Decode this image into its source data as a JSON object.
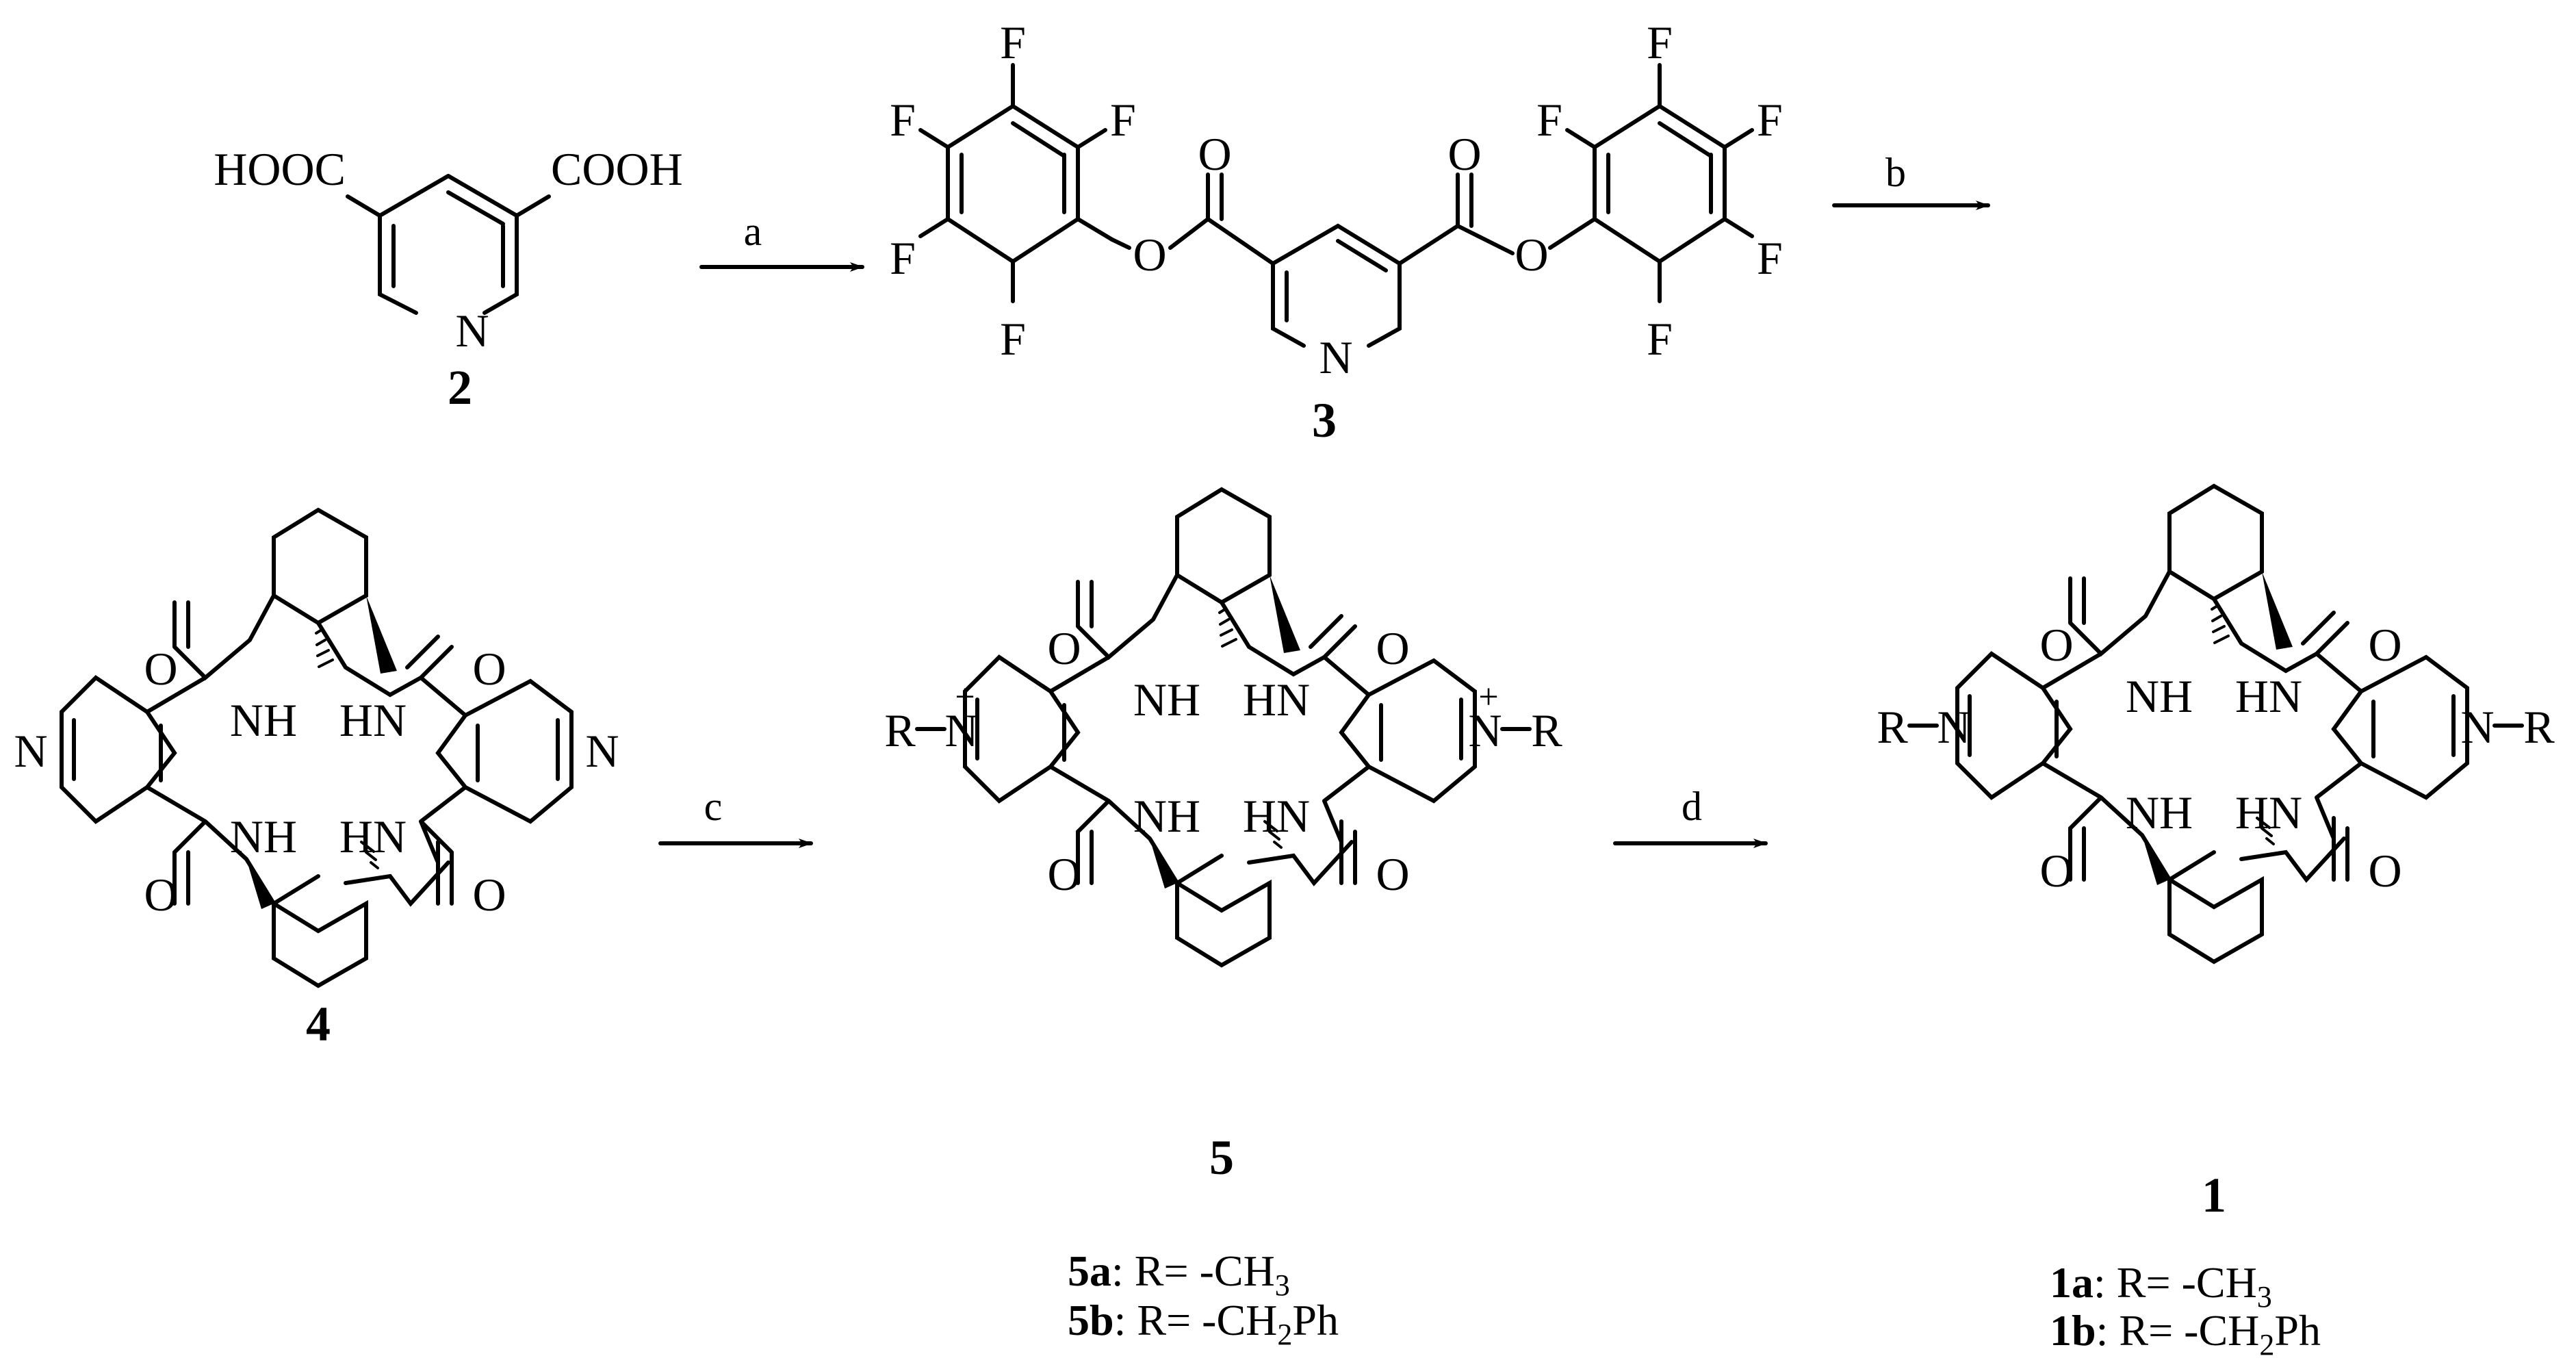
{
  "atoms": {
    "F": "F",
    "O": "O",
    "N": "N",
    "NH": "NH",
    "HN": "HN",
    "R": "R",
    "plus": "+",
    "HOOC": "HOOC",
    "COOH": "COOH"
  },
  "compounds": {
    "c2": "2",
    "c3": "3",
    "c4": "4",
    "c5": "5",
    "c1": "1"
  },
  "arrows": {
    "a": "a",
    "b": "b",
    "c": "c",
    "d": "d"
  },
  "legend5": {
    "a_label": "5a",
    "a_text": ": R=  -CH",
    "a_sub": "3",
    "b_label": "5b",
    "b_text": ": R=  -CH",
    "b_sub": "2",
    "b_tail": "Ph"
  },
  "legend1": {
    "a_label": "1a",
    "a_text": ": R=  -CH",
    "a_sub": "3",
    "b_label": "1b",
    "b_text": ": R=  -CH",
    "b_sub": "2",
    "b_tail": "Ph"
  }
}
